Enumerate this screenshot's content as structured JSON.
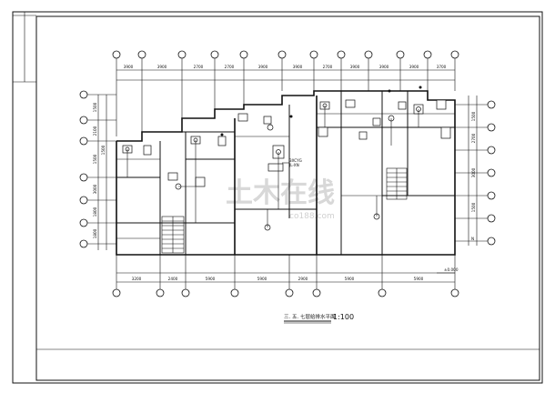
{
  "drawing": {
    "title": "三. 五. 七层给排水平面",
    "scale": "1:100",
    "watermark_main": "土木在线",
    "watermark_url": "co188.com",
    "note_riser": "3XCYG",
    "note_riser_sub": "JL-XN",
    "elev_mark": "±0.000"
  },
  "dimensions": {
    "top": [
      "3900",
      "3900",
      "2700",
      "2700",
      "3900",
      "3900",
      "2700",
      "3900",
      "3900",
      "3900",
      "3700"
    ],
    "bottom": [
      "3200",
      "2400",
      "5900",
      "5900",
      "2900",
      "5900",
      "5900"
    ],
    "left": [
      "1500",
      "2100",
      "1500",
      "3000",
      "1800",
      "1800",
      "1500"
    ],
    "right": [
      "1500",
      "2700",
      "3000",
      "1500"
    ]
  }
}
